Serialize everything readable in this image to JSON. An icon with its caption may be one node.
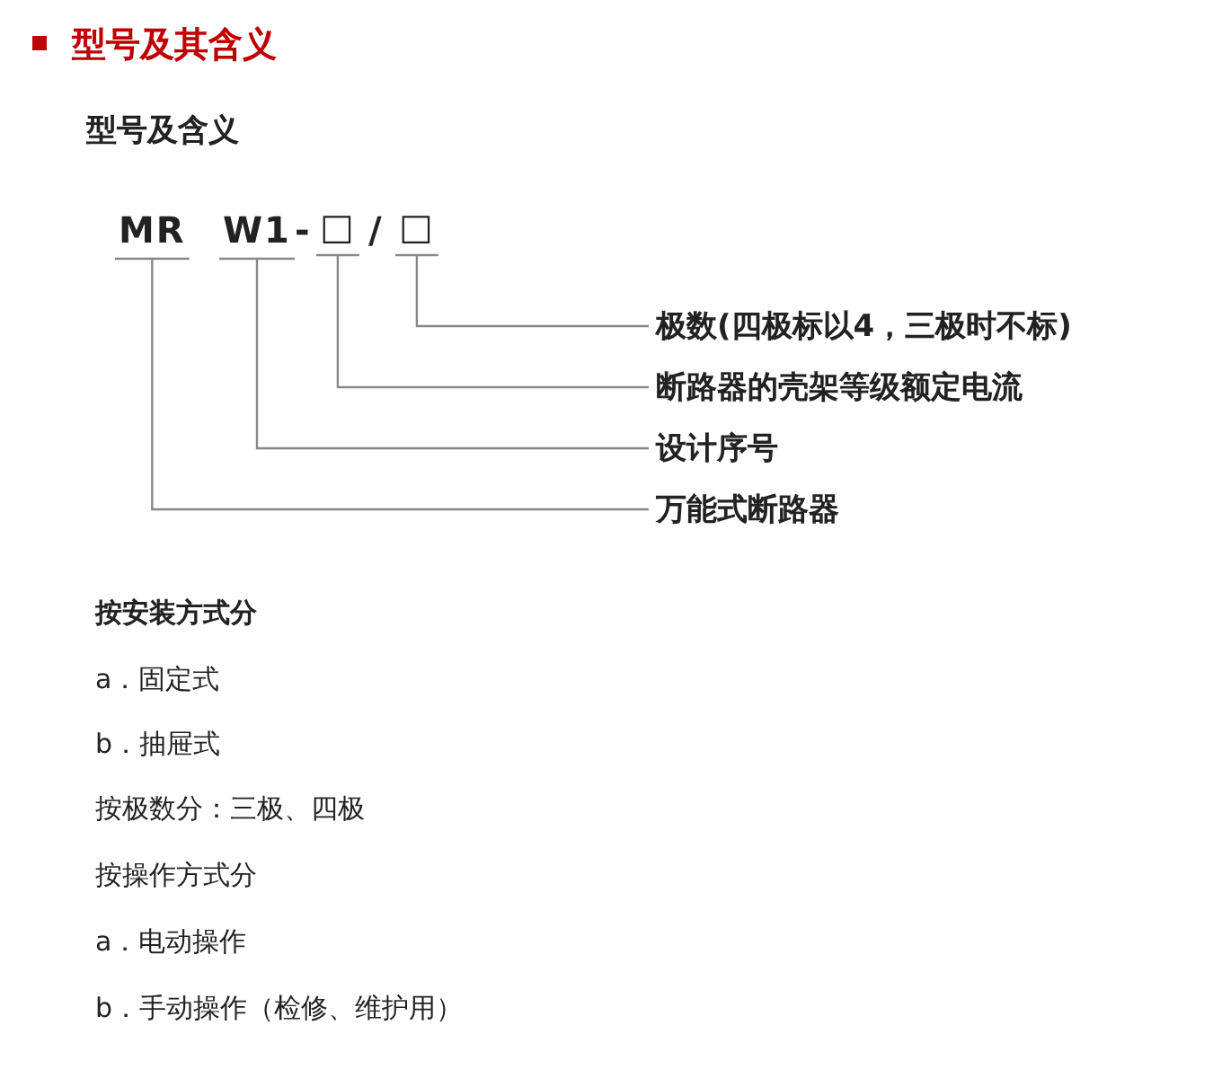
{
  "diagram": {
    "title": "型号及其含义",
    "nodes": [
      {
        "text": [
          "MR"
        ]
      },
      {
        "text": [
          "W1"
        ]
      },
      {
        "text": [
          "□"
        ]
      },
      {
        "text": [
          "□"
        ]
      },
      {
        "text": [
          "极数(四极标以4，三极时不标)"
        ]
      },
      {
        "text": [
          "断路器的壳架等级额定电流"
        ]
      },
      {
        "text": [
          "设计序号"
        ]
      },
      {
        "text": [
          "万能式断路器"
        ]
      }
    ],
    "edges": [
      {
        "from": 3,
        "to": 4,
        "arrow": "none"
      },
      {
        "from": 2,
        "to": 5,
        "arrow": "none"
      },
      {
        "from": 1,
        "to": 6,
        "arrow": "none"
      },
      {
        "from": 0,
        "to": 7,
        "arrow": "none"
      }
    ],
    "labels": [
      "型号及含义",
      "-",
      "/",
      "按安装方式分",
      "a．固定式",
      "b．抽屉式",
      "按极数分：三极、四极",
      "按操作方式分",
      "a．电动操作",
      "b．手动操作（检修、维护用）"
    ]
  }
}
